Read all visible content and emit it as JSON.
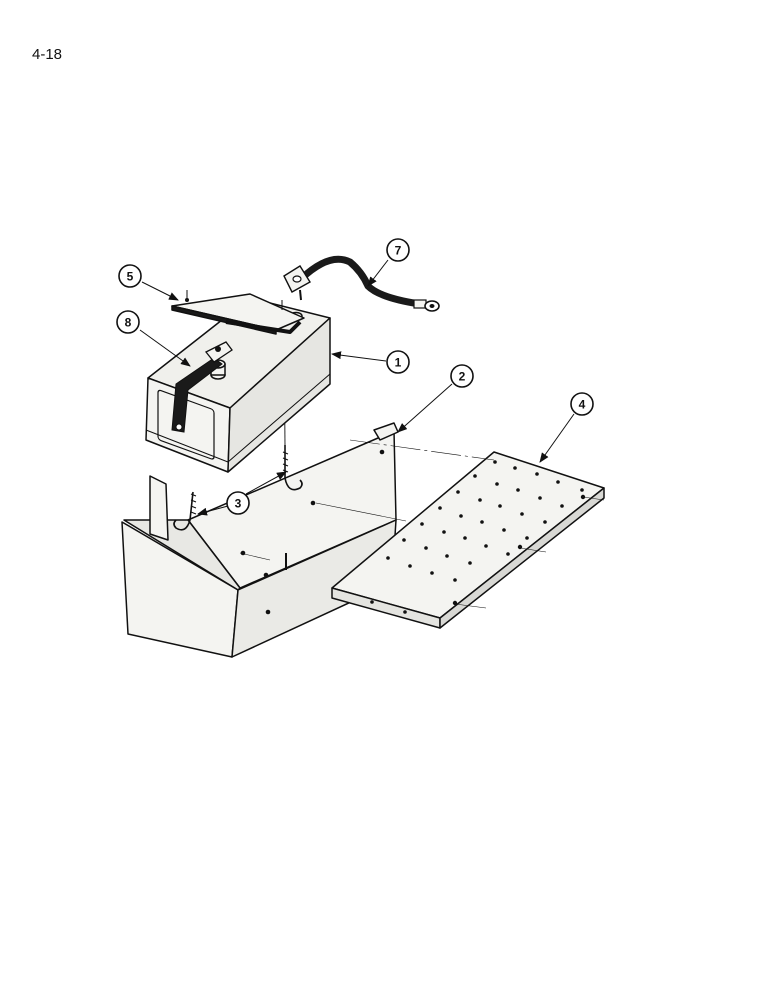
{
  "page_number": "4-18",
  "callouts": [
    "1",
    "2",
    "3",
    "4",
    "5",
    "7",
    "8"
  ],
  "colors": {
    "ink": "#111111",
    "steel": "#f4f4f1",
    "shade": "#dcdcd8",
    "cable": "#1a1a1a"
  }
}
